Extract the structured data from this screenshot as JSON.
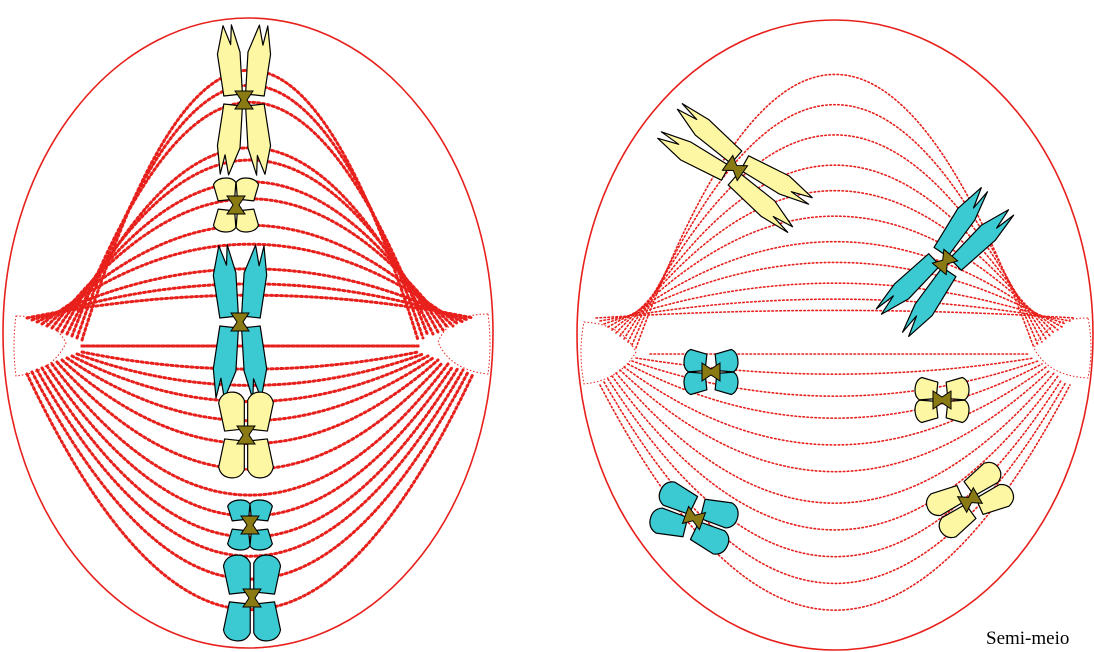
{
  "caption": "Semi-meio",
  "colors": {
    "cell_outline": "#e8201c",
    "spindle": "#e8201c",
    "chromosome_yellow": "#fdf6a2",
    "chromosome_cyan": "#3ccad2",
    "centromere": "#8a7a14",
    "outline": "#000000"
  },
  "cells": [
    {
      "name": "metaphase-cell",
      "spindle_style": "thick-dotted",
      "chromosome_pairs": [
        {
          "name": "long-yellow-pair",
          "color": "yellow",
          "shape": "long",
          "state": "aligned"
        },
        {
          "name": "short-yellow-pair",
          "color": "yellow",
          "shape": "short",
          "state": "aligned"
        },
        {
          "name": "long-cyan-pair",
          "color": "cyan",
          "shape": "long",
          "state": "aligned"
        },
        {
          "name": "medium-yellow-pair",
          "color": "yellow",
          "shape": "medium",
          "state": "aligned"
        },
        {
          "name": "short-cyan-pair",
          "color": "cyan",
          "shape": "short",
          "state": "aligned"
        },
        {
          "name": "medium-cyan-pair",
          "color": "cyan",
          "shape": "medium",
          "state": "aligned"
        }
      ]
    },
    {
      "name": "anaphase-cell",
      "spindle_style": "thin-dotted",
      "chromosome_pairs": [
        {
          "name": "long-yellow-pair",
          "color": "yellow",
          "shape": "long",
          "state": "moving"
        },
        {
          "name": "long-cyan-pair",
          "color": "cyan",
          "shape": "long",
          "state": "moving"
        },
        {
          "name": "short-cyan-pair",
          "color": "cyan",
          "shape": "short",
          "state": "moving"
        },
        {
          "name": "short-yellow-pair",
          "color": "yellow",
          "shape": "short",
          "state": "moving"
        },
        {
          "name": "medium-cyan-pair",
          "color": "cyan",
          "shape": "medium",
          "state": "moving"
        },
        {
          "name": "medium-yellow-pair",
          "color": "yellow",
          "shape": "medium",
          "state": "moving"
        }
      ]
    }
  ]
}
